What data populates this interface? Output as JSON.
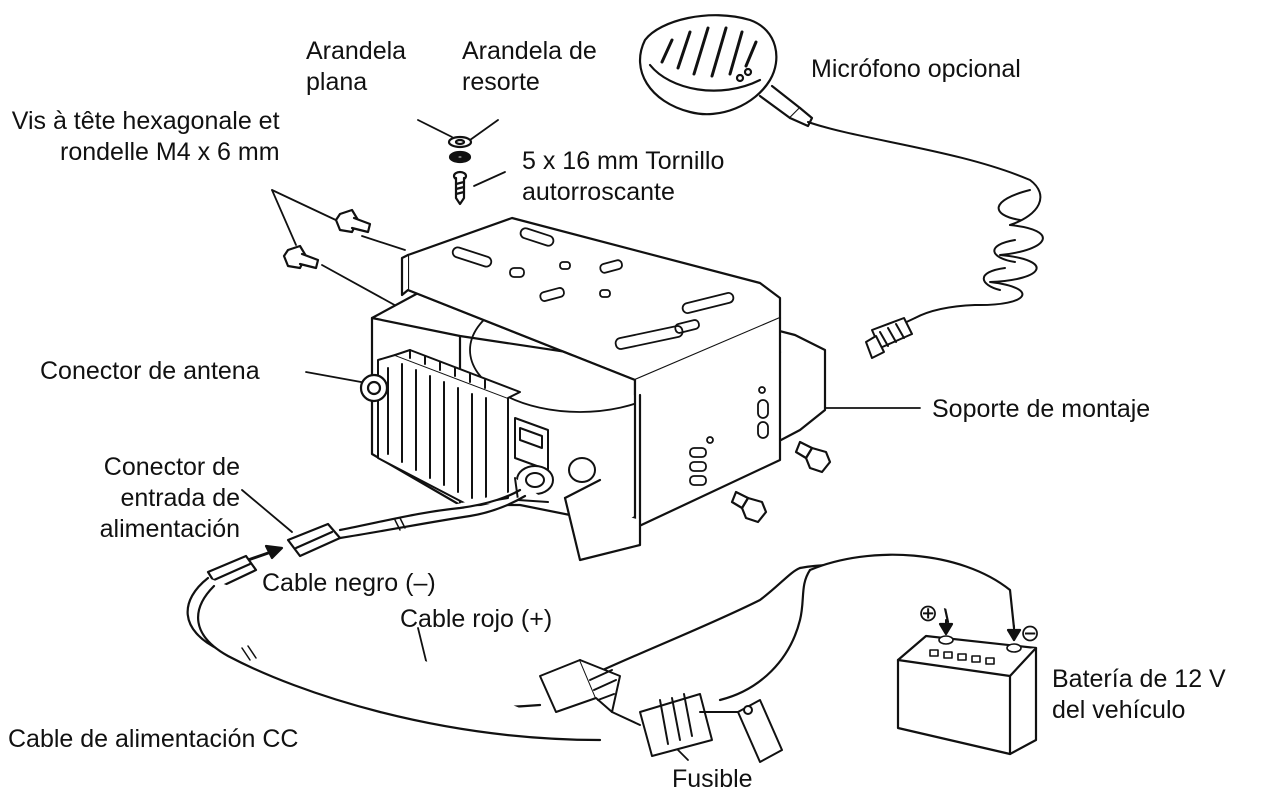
{
  "diagram": {
    "labels": {
      "flat_washer": [
        "Arandela",
        "plana"
      ],
      "spring_washer": [
        "Arandela de",
        "resorte"
      ],
      "microphone": [
        "Micrófono opcional"
      ],
      "hex_screw": [
        "Vis à tête hexagonale et",
        "rondelle M4 x 6 mm"
      ],
      "tapping_screw": [
        "5 x 16 mm Tornillo",
        "autorroscante"
      ],
      "antenna_connector": [
        "Conector de antena"
      ],
      "mounting_bracket": [
        "Soporte de montaje"
      ],
      "power_connector": [
        "Conector de",
        "entrada de",
        "alimentación"
      ],
      "black_cable": [
        "Cable negro (–)"
      ],
      "red_cable": [
        "Cable rojo (+)"
      ],
      "battery": [
        "Batería de 12 V",
        "del vehículo"
      ],
      "dc_cable": [
        "Cable de alimentación CC"
      ],
      "fuse": [
        "Fusible"
      ]
    },
    "symbols": {
      "positive": "⊕",
      "negative": "⊖"
    }
  }
}
